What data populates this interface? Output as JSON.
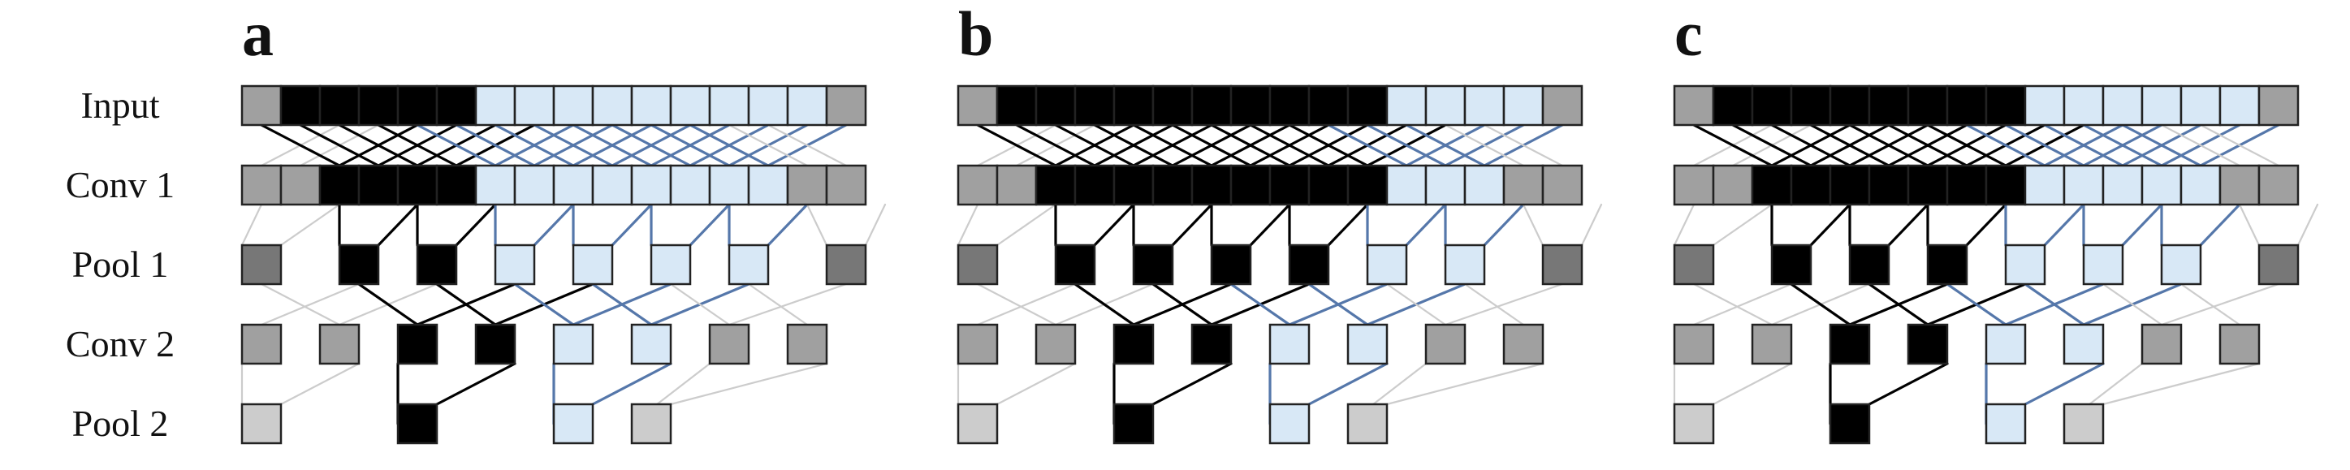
{
  "row_labels": [
    "Input",
    "Conv 1",
    "Pool 1",
    "Conv 2",
    "Pool 2"
  ],
  "panels": [
    {
      "label": "a",
      "input_black": 5
    },
    {
      "label": "b",
      "input_black": 10
    },
    {
      "label": "c",
      "input_black": 8
    }
  ],
  "layers": {
    "input_cells": 16,
    "conv1_cells": 16,
    "pool1_cells": 8,
    "conv2_cells": 8,
    "pool2_cells": 4
  },
  "colors": {
    "black": "#000000",
    "light_blue": "#d8e8f6",
    "blue_line": "#5577aa",
    "padding_gray": "#a0a0a0",
    "pool_pad_dark": "#777777",
    "pool2_pad_light": "#cccccc",
    "inactive_line": "#cccccc",
    "border": "#222222"
  }
}
